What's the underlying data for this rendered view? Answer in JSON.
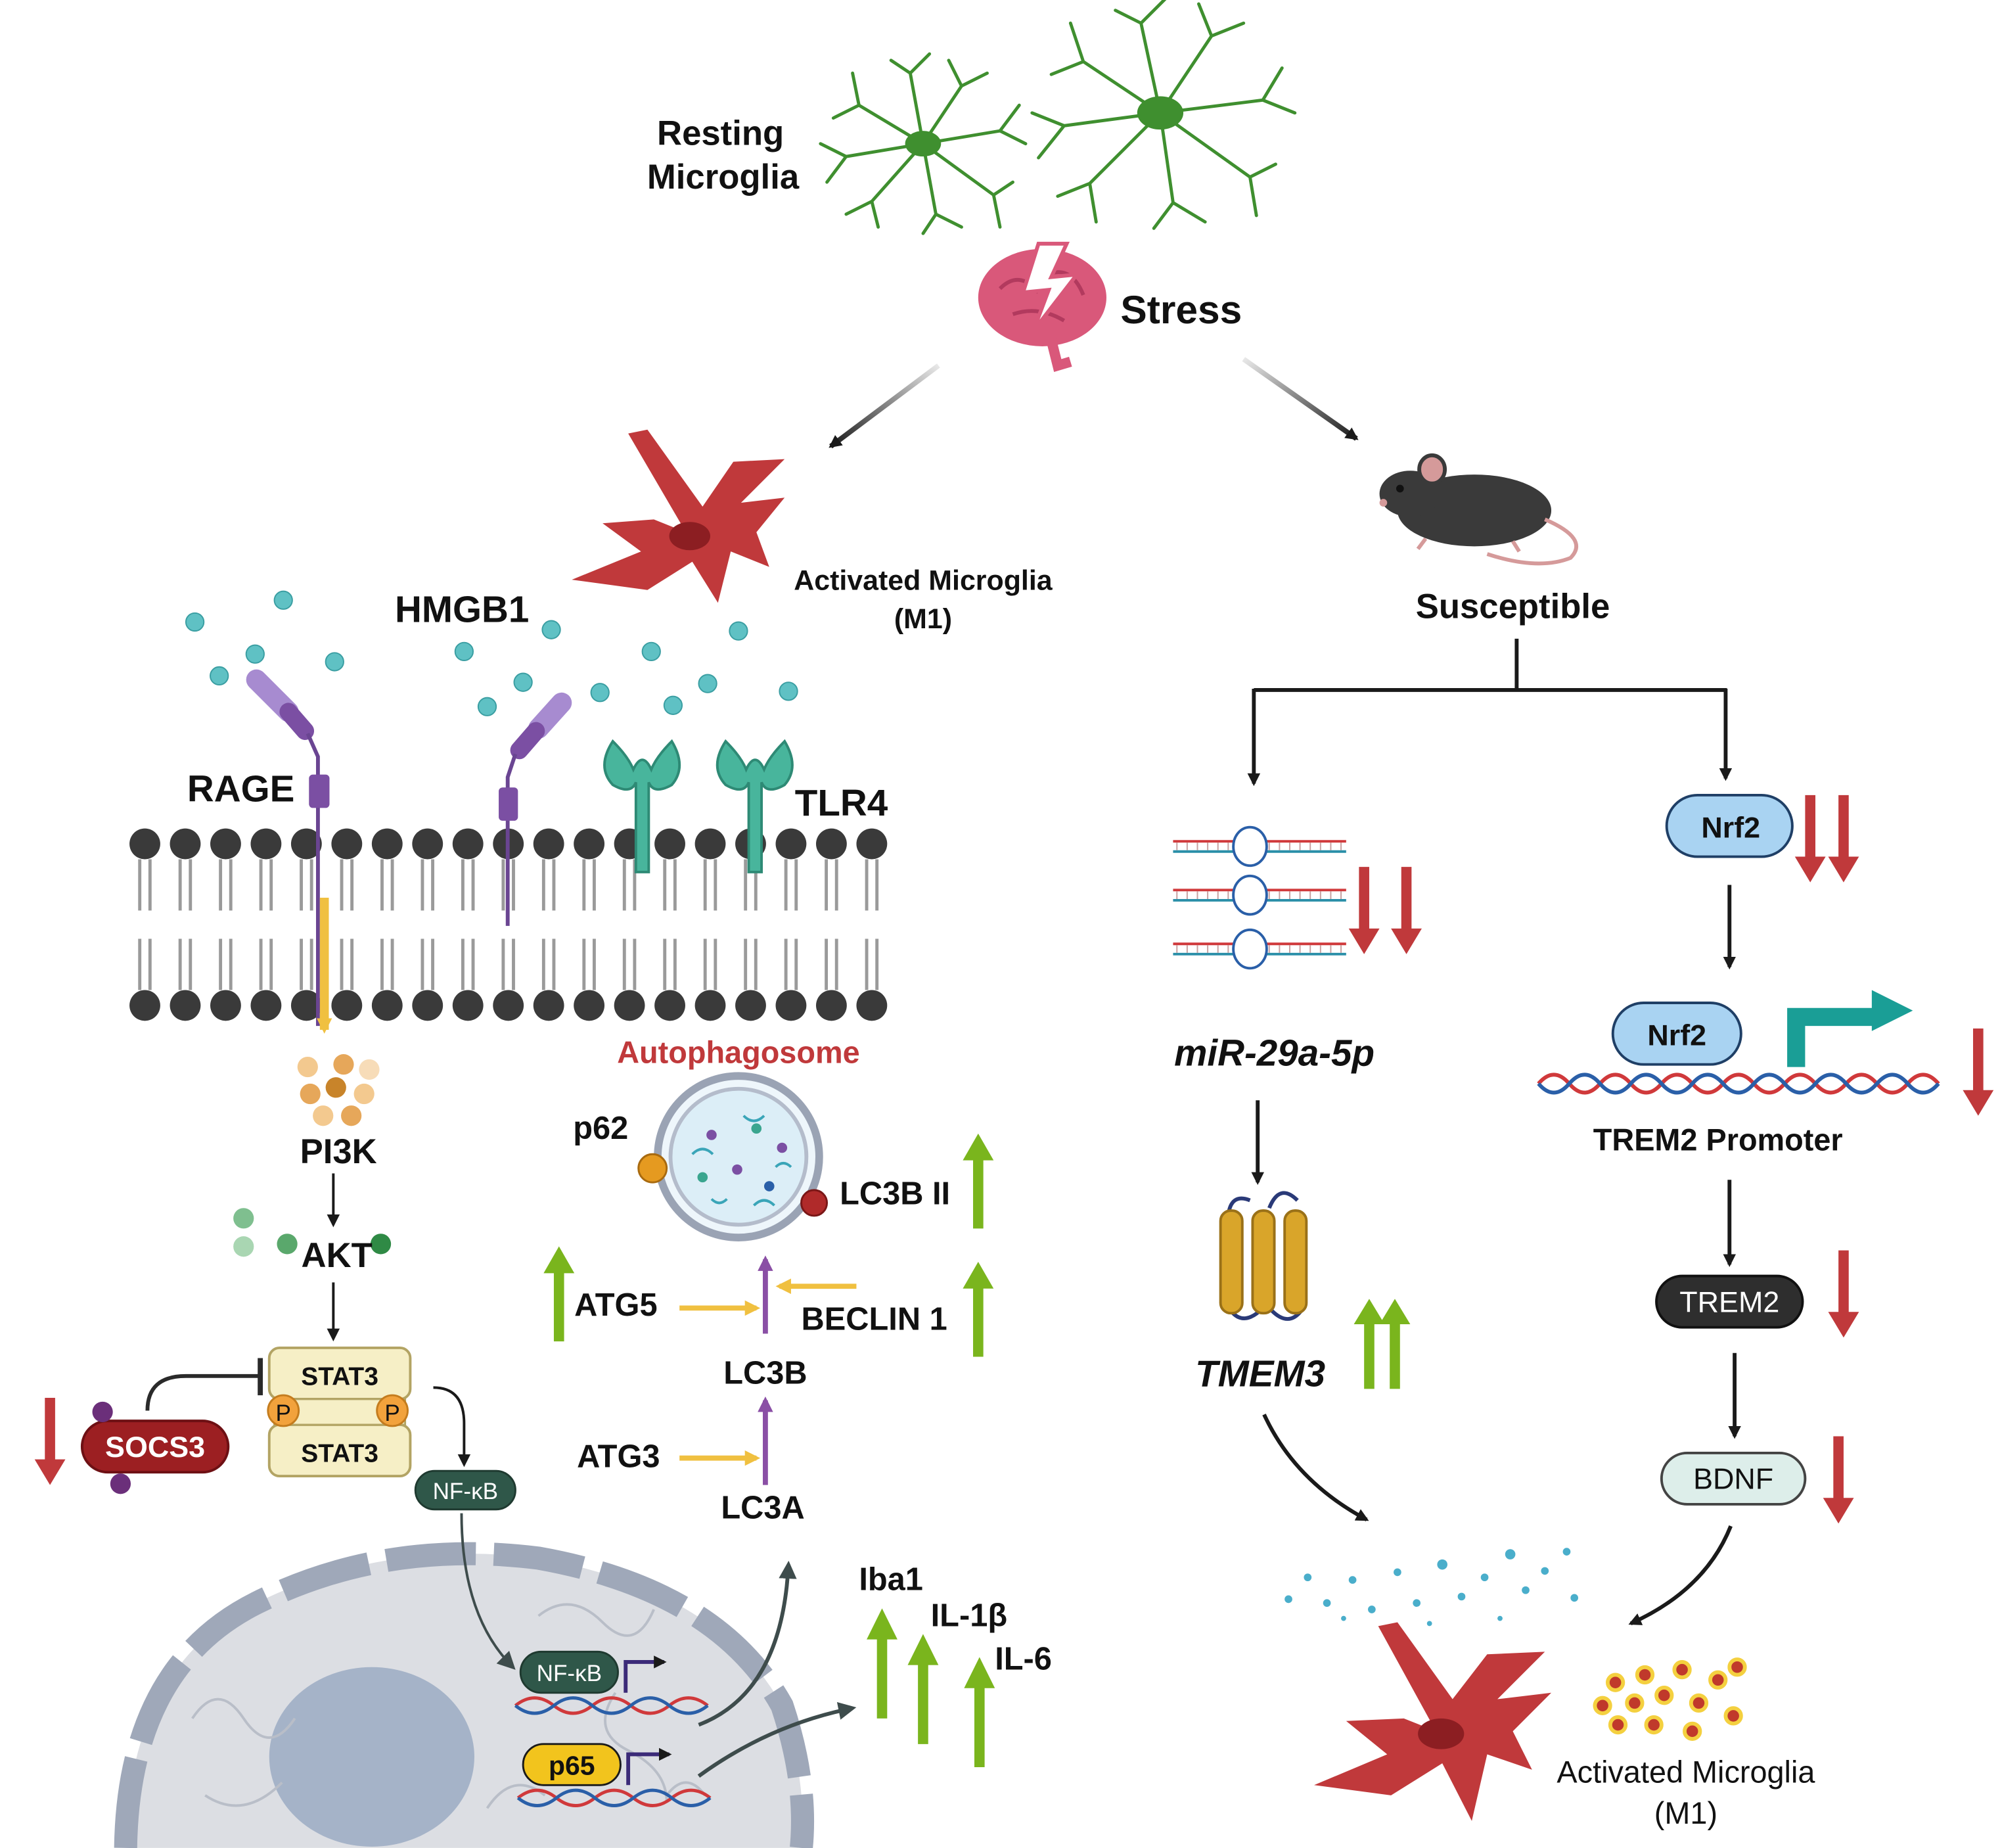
{
  "labels": {
    "resting_microglia_line1": "Resting",
    "resting_microglia_line2": "Microglia",
    "stress": "Stress",
    "activated_microglia_top_line1": "Activated  Microglia",
    "activated_microglia_top_line2": "(M1)",
    "hmgb1": "HMGB1",
    "rage": "RAGE",
    "tlr4": "TLR4",
    "pi3k": "PI3K",
    "akt": "AKT",
    "stat3_top": "STAT3",
    "stat3_bottom": "STAT3",
    "phospho": "P",
    "socs3": "SOCS3",
    "nfkb_cyto": "NF-κB",
    "nfkb_nucleus": "NF-κB",
    "p65": "p65",
    "autophagosome": "Autophagosome",
    "p62": "p62",
    "lc3b_ii": "LC3B II",
    "atg5": "ATG5",
    "beclin1": "BECLIN 1",
    "lc3b": "LC3B",
    "atg3": "ATG3",
    "lc3a": "LC3A",
    "iba1": "Iba1",
    "il1b": "IL-1β",
    "il6": "IL-6",
    "susceptible": "Susceptible",
    "mir": "miR-29a-5p",
    "tmem3": "TMEM3",
    "nrf2_top": "Nrf2",
    "nrf2_dna": "Nrf2",
    "trem2_promoter": "TREM2 Promoter",
    "trem2": "TREM2",
    "bdnf": "BDNF",
    "activated_microglia_bottom_line1": "Activated  Microglia",
    "activated_microglia_bottom_line2": "(M1)"
  },
  "colors": {
    "microglia_green": "#3f8f2f",
    "activated_red": "#c0393b",
    "down_arrow_red": "#c0393b",
    "up_arrow_green": "#7ab51d",
    "membrane_head": "#3a3a3a",
    "rage_purple": "#7b4fa3",
    "tlr4_teal": "#3aa58f",
    "autophagy_title": "#c0393b",
    "nrf2_blue": "#a9d3f2",
    "promoter_arrow": "#1a9e96"
  }
}
